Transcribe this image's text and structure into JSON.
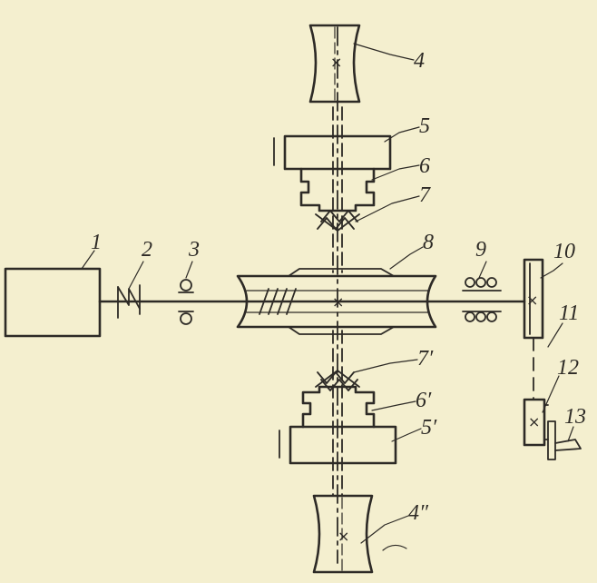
{
  "diagram": {
    "background": "#f4efcf",
    "ink": "#2d2a26",
    "labels": {
      "l1": "1",
      "l2": "2",
      "l3": "3",
      "l4": "4",
      "l4b": "4″",
      "l5": "5",
      "l5b": "5′",
      "l6": "6",
      "l6b": "6′",
      "l7": "7",
      "l7b": "7′",
      "l8": "8",
      "l9": "9",
      "l10": "10",
      "l11": "11",
      "l12": "12",
      "l13": "13"
    },
    "center_mark": "×"
  }
}
